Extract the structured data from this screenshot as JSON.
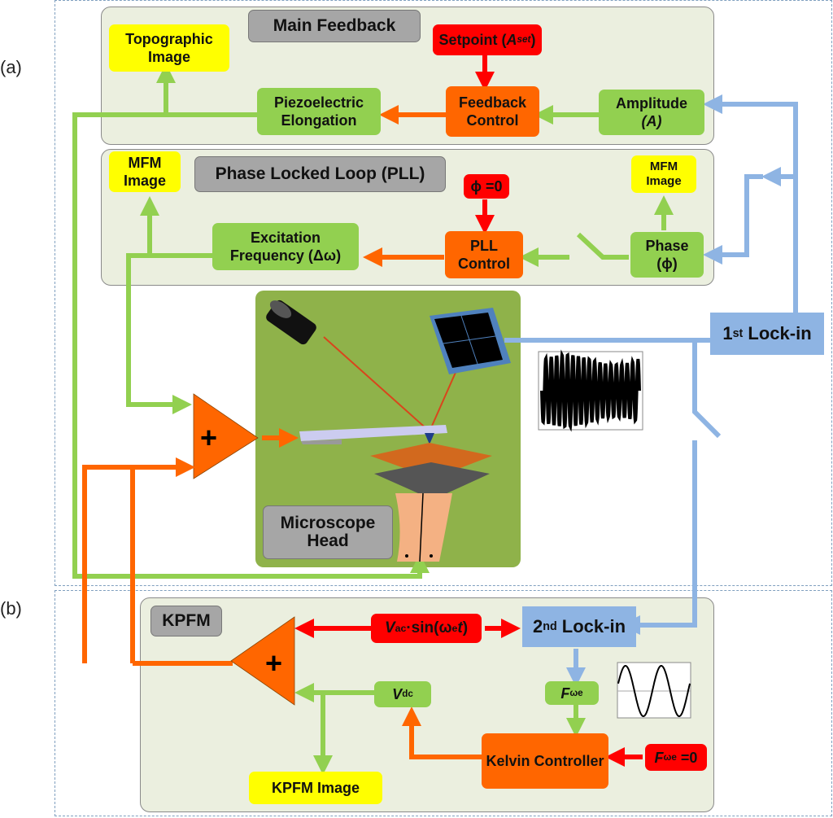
{
  "panels": {
    "a_label": "(a)",
    "b_label": "(b)"
  },
  "main_feedback": {
    "title": "Main Feedback",
    "topographic_image": "Topographic Image",
    "setpoint_prefix": "Setpoint (",
    "setpoint_var": "A",
    "setpoint_sub": "set",
    "setpoint_suffix": ")",
    "feedback_control": "Feedback Control",
    "piezo": "Piezoelectric Elongation",
    "amplitude": "Amplitude",
    "amplitude_var": "(A)"
  },
  "pll": {
    "title": "Phase Locked Loop (PLL)",
    "mfm_image_left": "MFM Image",
    "mfm_image_right": "MFM Image",
    "phi_zero": "ϕ =0",
    "pll_control": "PLL Control",
    "excitation": "Excitation Frequency (Δω)",
    "phase": "Phase",
    "phase_var": "(ϕ)"
  },
  "microscope": {
    "head_label": "Microscope Head"
  },
  "lockin1": {
    "num": "1",
    "sup": "st",
    "label": " Lock-in"
  },
  "kpfm": {
    "title": "KPFM",
    "vac_var": "V",
    "vac_sub": "ac",
    "vac_mid": "·sin(ω",
    "vac_sub2": "e",
    "vac_t": "t",
    "vac_end": ")",
    "lockin2_num": "2",
    "lockin2_sup": "nd",
    "lockin2_label": " Lock-in",
    "vdc_var": "V",
    "vdc_sub": "dc",
    "f_var": "F",
    "f_sub": "ωe",
    "kelvin": "Kelvin Controller",
    "fzero_var": "F",
    "fzero_sub": "ωe",
    "fzero_val": " =0",
    "kpfm_image": "KPFM Image"
  },
  "colors": {
    "green": "#92d050",
    "orange": "#ff6600",
    "red": "#ff0000",
    "blue": "#8eb4e3",
    "yellow": "#ffff00",
    "grey": "#a6a6a6"
  }
}
